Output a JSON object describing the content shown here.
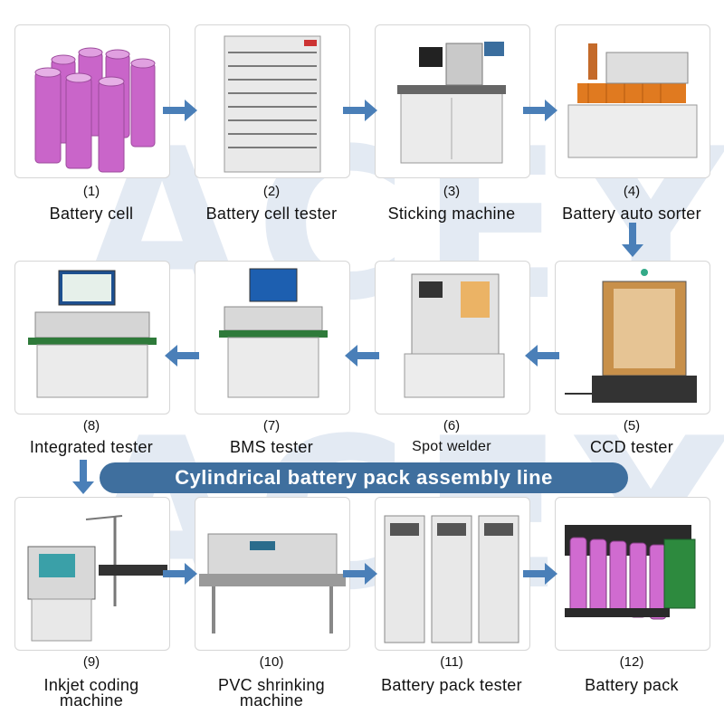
{
  "title": "Cylindrical battery pack assembly line",
  "watermark": "ACEY",
  "colors": {
    "arrow": "#4a7fb8",
    "banner": "#3f6f9e",
    "cell": "#c965c9"
  },
  "steps": [
    {
      "num": "(1)",
      "label": "Battery cell"
    },
    {
      "num": "(2)",
      "label": "Battery cell tester"
    },
    {
      "num": "(3)",
      "label": "Sticking machine"
    },
    {
      "num": "(4)",
      "label": "Battery auto sorter"
    },
    {
      "num": "(5)",
      "label": "CCD tester"
    },
    {
      "num": "(6)",
      "label": "Spot welder"
    },
    {
      "num": "(7)",
      "label": "BMS tester"
    },
    {
      "num": "(8)",
      "label": "Integrated tester"
    },
    {
      "num": "(9)",
      "label": "Inkjet coding\nmachine"
    },
    {
      "num": "(10)",
      "label": "PVC shrinking\nmachine"
    },
    {
      "num": "(11)",
      "label": "Battery pack tester"
    },
    {
      "num": "(12)",
      "label": "Battery pack"
    }
  ]
}
